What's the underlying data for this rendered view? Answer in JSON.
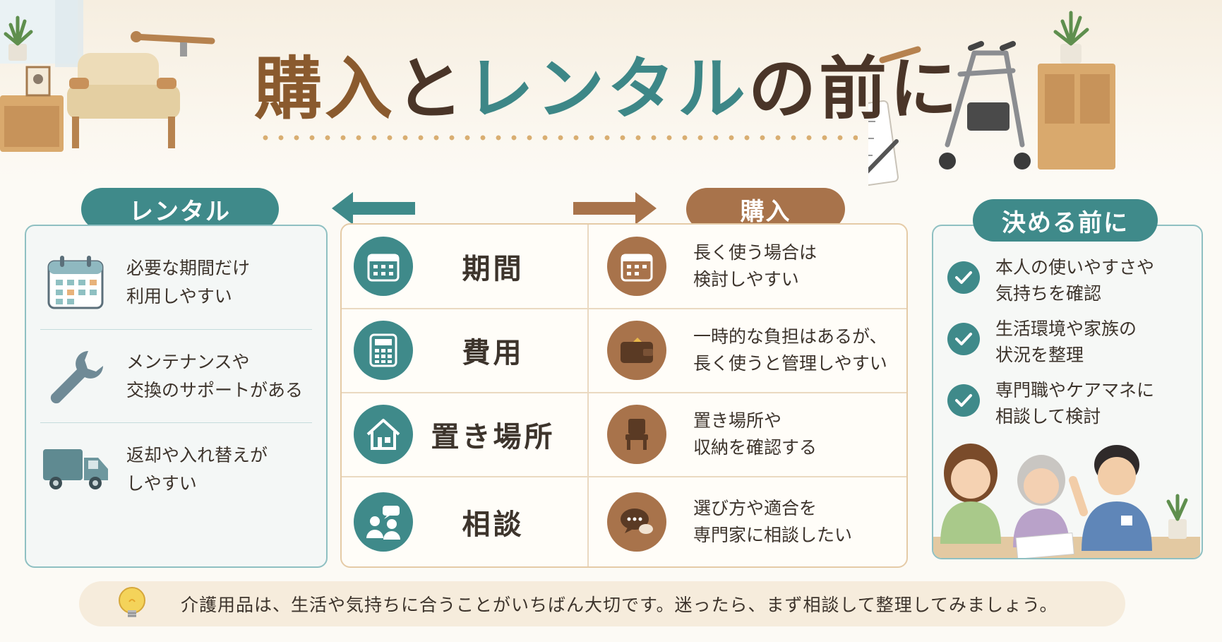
{
  "header": {
    "title_part1": "購入",
    "title_part2": "と",
    "title_part3": "レンタル",
    "title_part4": "の前に"
  },
  "rental": {
    "label": "レンタル",
    "items": [
      {
        "icon": "calendar-icon",
        "text": "必要な期間だけ\n利用しやすい"
      },
      {
        "icon": "wrench-icon",
        "text": "メンテナンスや\n交換のサポートがある"
      },
      {
        "icon": "truck-icon",
        "text": "返却や入れ替えが\nしやすい"
      }
    ]
  },
  "purchase": {
    "label": "購入"
  },
  "comparison": {
    "rows": [
      {
        "label": "期間",
        "left_icon": "calendar-icon",
        "right_icon": "calendar-icon",
        "purchase_text": "長く使う場合は\n検討しやすい"
      },
      {
        "label": "費用",
        "left_icon": "calculator-icon",
        "right_icon": "wallet-icon",
        "purchase_text": "一時的な負担はあるが、\n長く使うと管理しやすい"
      },
      {
        "label": "置き場所",
        "left_icon": "house-icon",
        "right_icon": "chair-icon",
        "purchase_text": "置き場所や\n収納を確認する"
      },
      {
        "label": "相談",
        "left_icon": "people-chat-icon",
        "right_icon": "speech-bubbles-icon",
        "purchase_text": "選び方や適合を\n専門家に相談したい"
      }
    ]
  },
  "decide": {
    "label": "決める前に",
    "items": [
      {
        "icon": "check-icon",
        "text": "本人の使いやすさや\n気持ちを確認"
      },
      {
        "icon": "check-icon",
        "text": "生活環境や家族の\n状況を整理"
      },
      {
        "icon": "check-icon",
        "text": "専門職やケアマネに\n相談して検討"
      }
    ]
  },
  "footer": {
    "icon": "lightbulb-icon",
    "text": "介護用品は、生活や気持ちに合うことがいちばん大切です。迷ったら、まず相談して整理してみましょう。"
  },
  "colors": {
    "teal": "#3f8a8a",
    "brown": "#a8734b",
    "title_brown": "#8a5a2e",
    "title_teal": "#3d8787"
  }
}
